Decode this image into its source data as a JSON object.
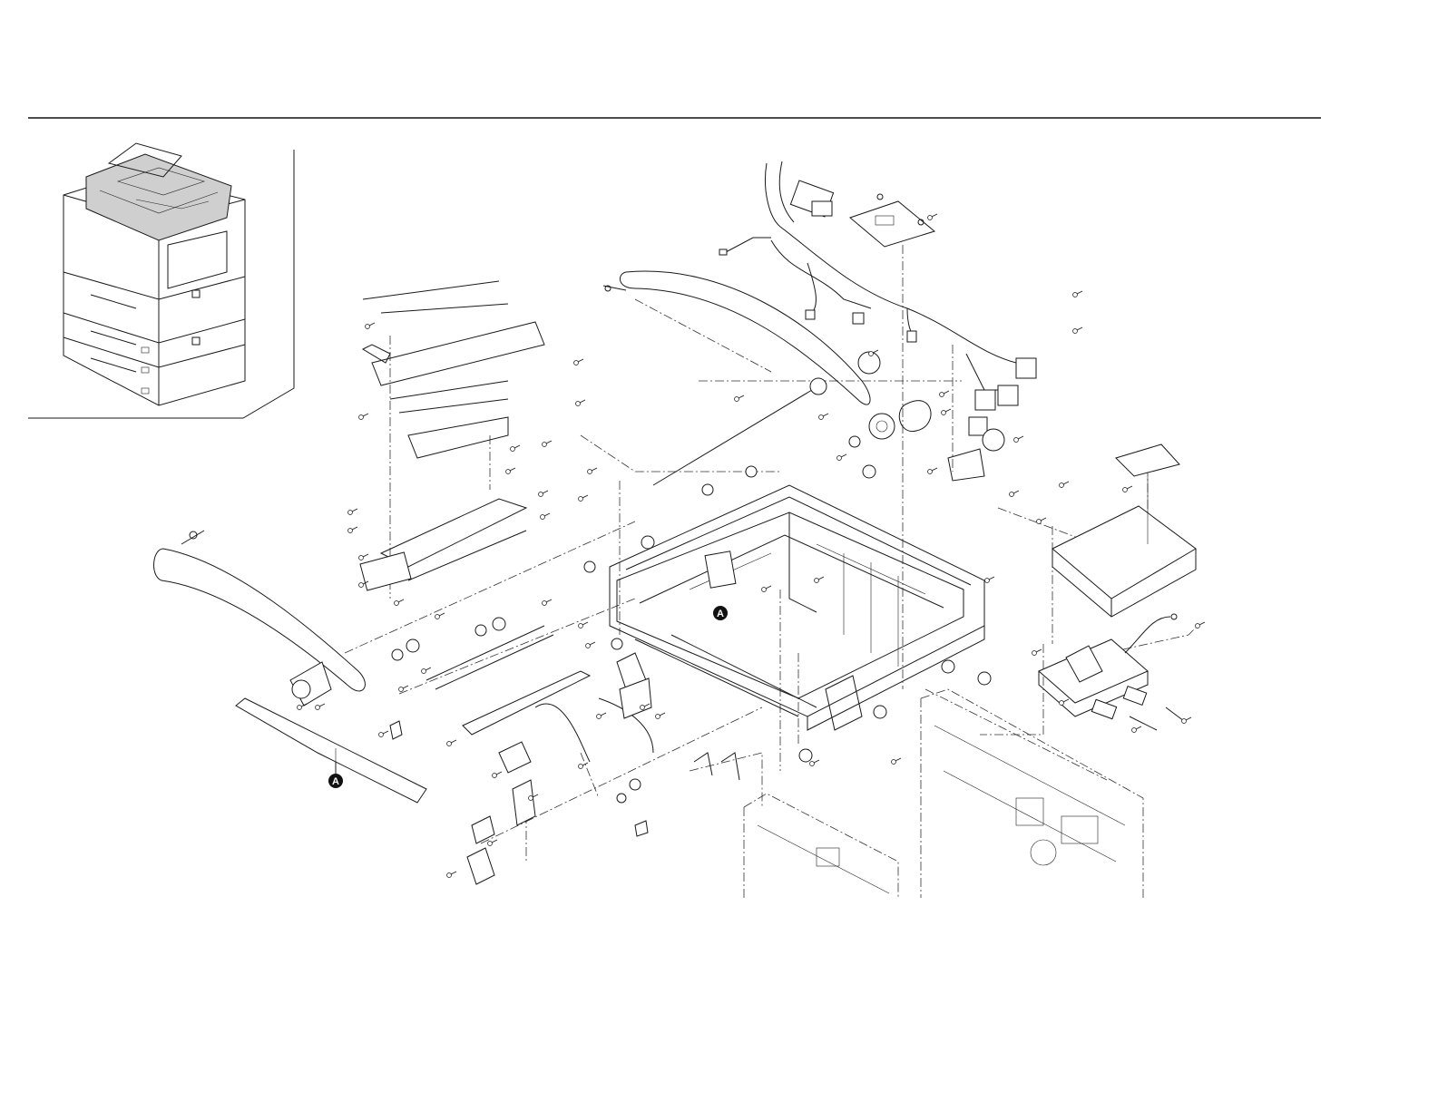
{
  "diagram": {
    "reference_markers": [
      {
        "id": "A",
        "label": "A"
      },
      {
        "id": "A",
        "label": "A"
      }
    ]
  },
  "colors": {
    "ink": "#1a1a1a",
    "background": "#ffffff",
    "marker_fill": "#111111"
  }
}
